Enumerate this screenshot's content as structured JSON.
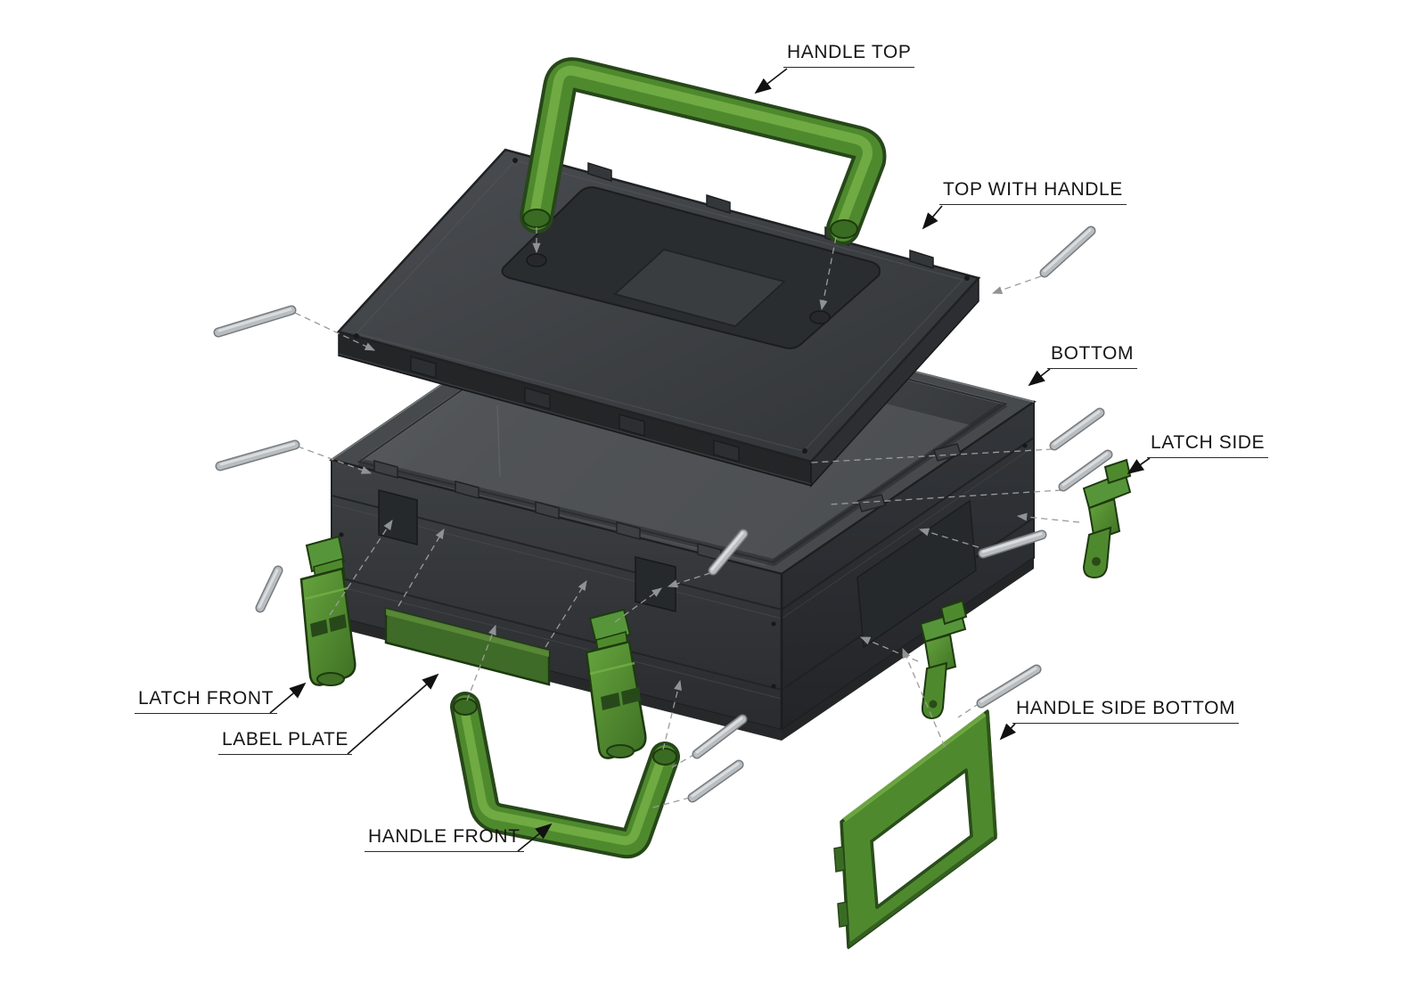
{
  "diagram": {
    "type": "exploded-assembly-view",
    "background": "#ffffff",
    "callouts": [
      {
        "id": "handle-top",
        "text": "HANDLE TOP"
      },
      {
        "id": "top-with-handle",
        "text": "TOP WITH HANDLE"
      },
      {
        "id": "bottom",
        "text": "BOTTOM"
      },
      {
        "id": "latch-side",
        "text": "LATCH SIDE"
      },
      {
        "id": "latch-front",
        "text": "LATCH FRONT"
      },
      {
        "id": "label-plate",
        "text": "LABEL PLATE"
      },
      {
        "id": "handle-front",
        "text": "HANDLE FRONT"
      },
      {
        "id": "handle-side-bottom",
        "text": "HANDLE SIDE BOTTOM"
      }
    ],
    "colors": {
      "part_green": "#4e8a2d",
      "part_green_light": "#74ad45",
      "part_green_dark": "#27471a",
      "case_gray": "#3a3d40",
      "case_gray_dark": "#232527",
      "pin_gray": "#b9bdc0",
      "construction_line": "#9b9b9b",
      "label_text": "#161616"
    }
  }
}
